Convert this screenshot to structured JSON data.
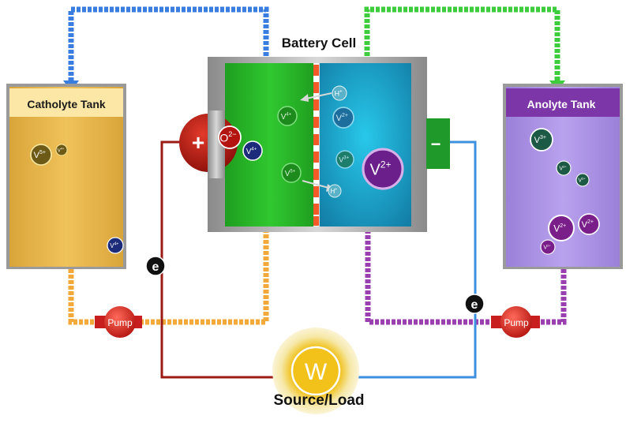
{
  "title": "Battery Cell",
  "catholyte_tank": {
    "label": "Catholyte Tank"
  },
  "anolyte_tank": {
    "label": "Anolyte Tank"
  },
  "pumps": {
    "left_label": "Pump",
    "right_label": "Pump"
  },
  "load": {
    "symbol": "W",
    "label": "Source/Load"
  },
  "electrodes": {
    "positive": "+",
    "negative": "−"
  },
  "electron_symbol": "e",
  "colors": {
    "catholyte": "#e8b64a",
    "anolyte": "#a98ee0",
    "positive_side": "#22b822",
    "negative_side": "#16a8c8",
    "pipe_blue": "#3a7de0",
    "pipe_green": "#3ccc3c",
    "pipe_orange": "#f2a93a",
    "pipe_purple": "#9a3fb0",
    "wire_red": "#9c1a14",
    "wire_blue": "#3d8fe0",
    "pump": "#c81e1e"
  },
  "ions": {
    "catholyte_tank": [
      {
        "base": "V",
        "charge": "5+"
      },
      {
        "base": "V",
        "charge": "4+"
      },
      {
        "base": "V",
        "charge": "4+"
      }
    ],
    "positive_half": [
      {
        "base": "O",
        "charge": "2−"
      },
      {
        "base": "V",
        "charge": "4+"
      },
      {
        "base": "V",
        "charge": "4+"
      },
      {
        "base": "V",
        "charge": "5+"
      }
    ],
    "membrane": [
      {
        "base": "H",
        "charge": "+"
      },
      {
        "base": "H",
        "charge": "+"
      }
    ],
    "negative_half": [
      {
        "base": "V",
        "charge": "2+"
      },
      {
        "base": "V",
        "charge": "3+"
      },
      {
        "base": "V",
        "charge": "2+"
      }
    ],
    "anolyte_tank": [
      {
        "base": "V",
        "charge": "3+"
      },
      {
        "base": "V",
        "charge": "3+"
      },
      {
        "base": "V",
        "charge": "3+"
      },
      {
        "base": "V",
        "charge": "2+"
      },
      {
        "base": "V",
        "charge": "2+"
      },
      {
        "base": "V",
        "charge": "2+"
      }
    ]
  }
}
